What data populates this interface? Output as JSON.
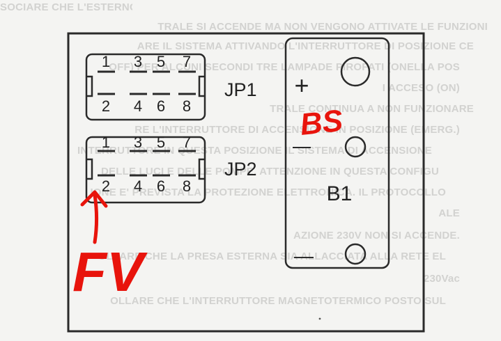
{
  "background_text": [
    "SOCIARE CHE L'ESTERNO PIONE SI ACCENDE LA BATTERIA COLLEGATA",
    "TRALE SI ACCENDE MA NON VENGONO ATTIVATE LE FUNZIONI",
    "ARE IL SISTEMA ATTIVANDO L'INTERRUTTORE DI POSIZIONE CE",
    "OFF) PER ALCUNI SECONDI TRE LAMPADE PIROFATI (ONELLA POS",
    "I ACCESO (ON)",
    "TRALE CONTINUA A NON FUNZIONARE",
    "RE L'INTERRUTTORE DI ACCENSIONE IN POSIZIONE (EMERG.)",
    "INTERRUTTORE IN QUESTA POSIZIONE IL SISTEMA DI ACCENSIONE",
    "DELLE LUCI E DELLE POMPE. ATTENZIONE IN QUESTA CONFIGU",
    "IONE E' PREVISTA LA PROTEZIONE ELETTRONICA. IL PROTOCOLLO",
    "ALE",
    "AZIONE 230V NON SI ACCENDE.",
    "OLLARE CHE LA PRESA ESTERNA SIA ALLACCIATA ALLA RETE EL",
    "230Vac",
    "OLLARE CHE L'INTERRUTTORE MAGNETOTERMICO POSTO SUL"
  ],
  "connectors": [
    {
      "label": "JP1",
      "top_pins": [
        "1",
        "3",
        "5",
        "7"
      ],
      "bottom_pins": [
        "2",
        "4",
        "6",
        "8"
      ]
    },
    {
      "label": "JP2",
      "top_pins": [
        "1",
        "3",
        "5",
        "7"
      ],
      "bottom_pins": [
        "2",
        "4",
        "6",
        "8"
      ]
    }
  ],
  "battery": {
    "label": "B1",
    "plus_sign": "+",
    "minus_sign": "—"
  },
  "annotations": {
    "top_handwritten": "BS",
    "bottom_handwritten": "FV"
  },
  "colors": {
    "line": "#2a2a2a",
    "annotation": "#e8140c",
    "paper": "#f4f4f2",
    "ghost_text": "#d2d2d0"
  }
}
